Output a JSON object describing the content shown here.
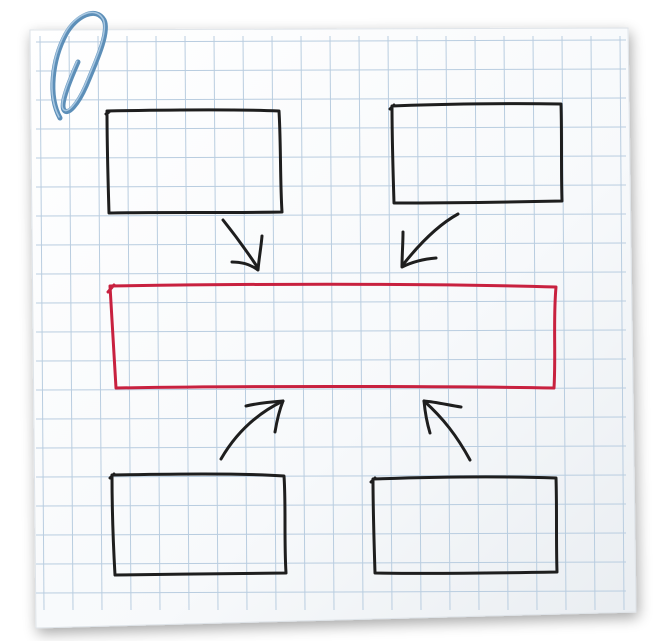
{
  "colors": {
    "background": "#ffffff",
    "paper": "#f7f9fb",
    "paper_edge": "#e4e8ec",
    "grid": "#b9cde0",
    "ink": "#1e1e1e",
    "highlight": "#c8213f",
    "paperclip": "#5d8fb8"
  },
  "diagram": {
    "style": "hand-drawn on graph paper",
    "central_box": {
      "color": "highlight",
      "label": ""
    },
    "boxes": [
      {
        "id": "top-left",
        "label": ""
      },
      {
        "id": "top-right",
        "label": ""
      },
      {
        "id": "bottom-left",
        "label": ""
      },
      {
        "id": "bottom-right",
        "label": ""
      }
    ],
    "arrows": [
      {
        "from": "top-left",
        "to": "center"
      },
      {
        "from": "top-right",
        "to": "center"
      },
      {
        "from": "bottom-left",
        "to": "center"
      },
      {
        "from": "bottom-right",
        "to": "center"
      }
    ],
    "paperclip": {
      "icon": "paperclip-icon"
    }
  }
}
